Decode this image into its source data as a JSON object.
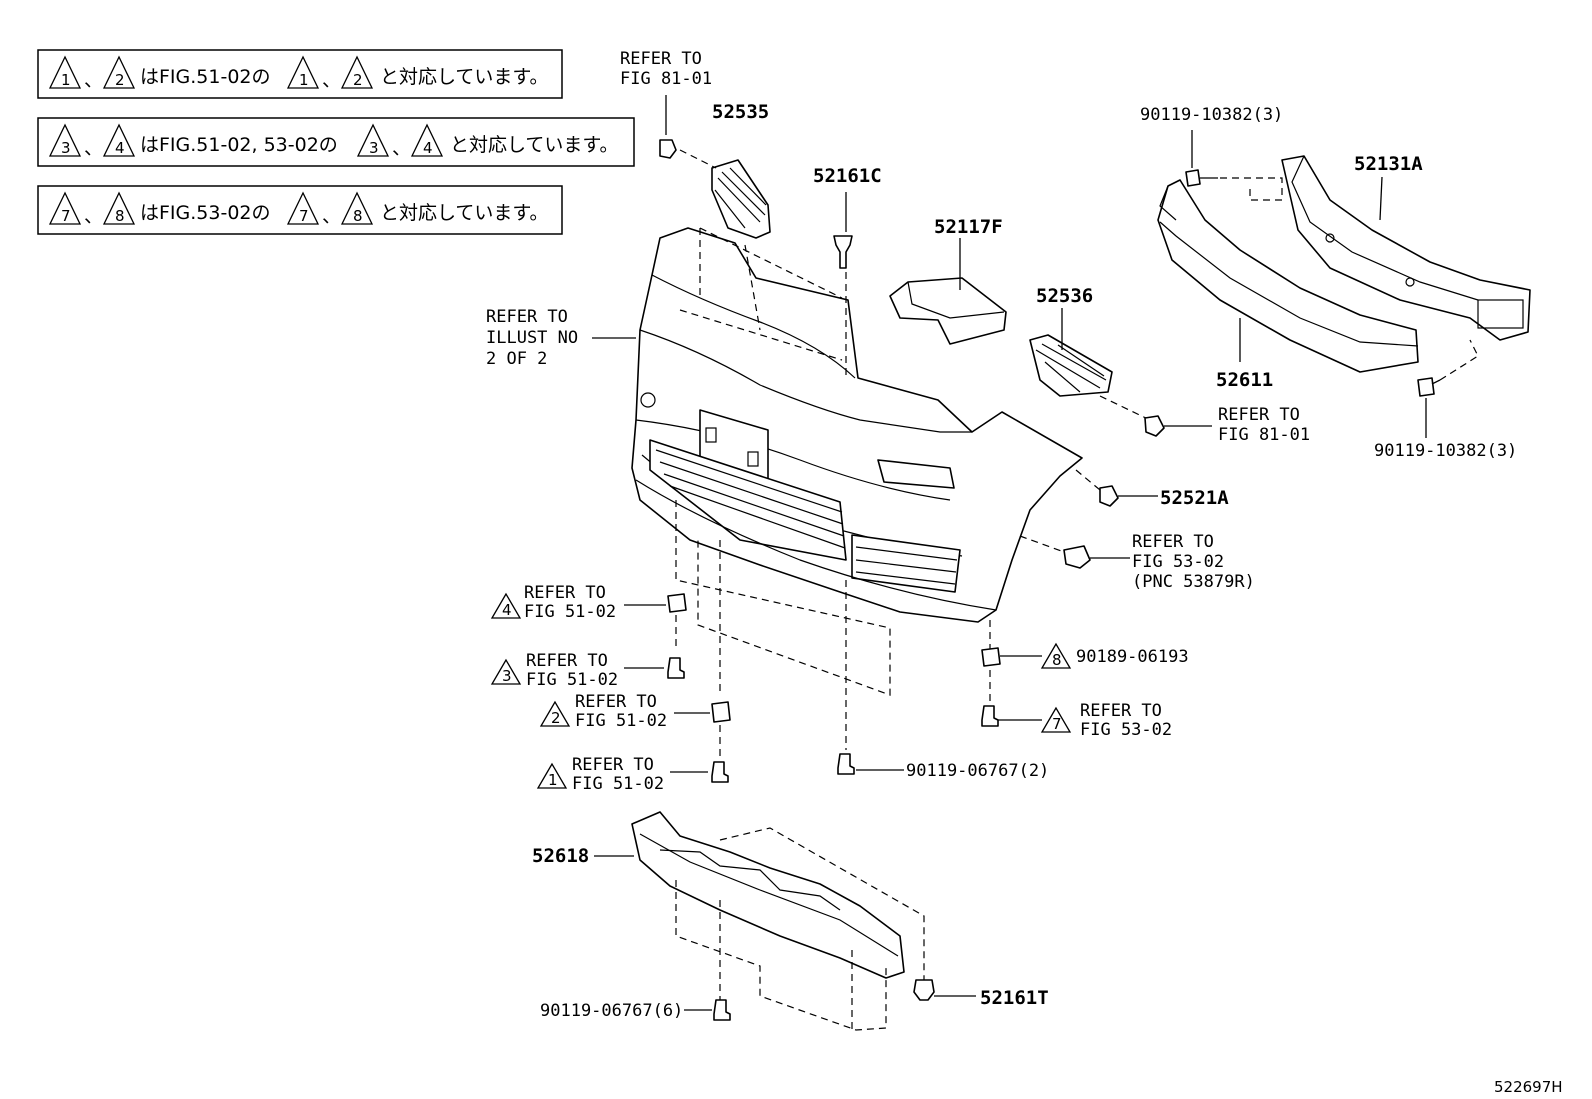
{
  "notes": [
    {
      "marks": [
        "1",
        "2"
      ],
      "text": "はFIG.51-02の",
      "marks2": [
        "1",
        "2"
      ],
      "tail": "と対応しています。"
    },
    {
      "marks": [
        "3",
        "4"
      ],
      "text": "はFIG.51-02, 53-02の",
      "marks2": [
        "3",
        "4"
      ],
      "tail": "と対応しています。"
    },
    {
      "marks": [
        "7",
        "8"
      ],
      "text": "はFIG.53-02の",
      "marks2": [
        "7",
        "8"
      ],
      "tail": "と対応しています。"
    }
  ],
  "labels": {
    "refer_fig8101_top": [
      "REFER TO",
      "FIG 81-01"
    ],
    "p52535": "52535",
    "p52161C": "52161C",
    "p52117F": "52117F",
    "p52536": "52536",
    "bolt_top": "90119-10382(3)",
    "p52131A": "52131A",
    "p52611": "52611",
    "bolt_right": "90119-10382(3)",
    "refer_illust": [
      "REFER TO",
      "ILLUST NO",
      "2 OF 2"
    ],
    "refer_fig8101_right": [
      "REFER TO",
      "FIG 81-01"
    ],
    "p52521A": "52521A",
    "refer_fig5302_pnc": [
      "REFER TO",
      "FIG 53-02",
      "(PNC 53879R)"
    ],
    "ref4": {
      "mark": "4",
      "lines": [
        "REFER TO",
        "FIG 51-02"
      ]
    },
    "ref3": {
      "mark": "3",
      "lines": [
        "REFER TO",
        "FIG 51-02"
      ]
    },
    "ref2": {
      "mark": "2",
      "lines": [
        "REFER TO",
        "FIG 51-02"
      ]
    },
    "ref1": {
      "mark": "1",
      "lines": [
        "REFER TO",
        "FIG 51-02"
      ]
    },
    "ref8": {
      "mark": "8",
      "text": "90189-06193"
    },
    "ref7": {
      "mark": "7",
      "lines": [
        "REFER TO",
        "FIG 53-02"
      ]
    },
    "bolt_mid": "90119-06767(2)",
    "p52618": "52618",
    "bolt_bottom": "90119-06767(6)",
    "p52161T": "52161T"
  },
  "figure_code": "522697H"
}
